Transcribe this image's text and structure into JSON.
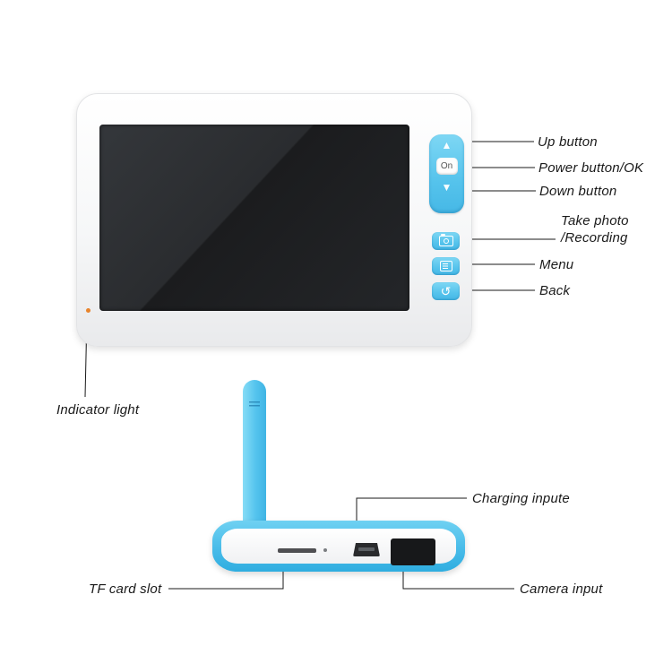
{
  "monitor": {
    "power_button_text": "On",
    "icons": {
      "up_arrow": "▲",
      "down_arrow": "▼",
      "back": "↺"
    }
  },
  "callouts": {
    "up_button": "Up button",
    "power_button": "Power button/OK",
    "down_button": "Down button",
    "take_photo_line1": "Take photo",
    "take_photo_line2": "/Recording",
    "menu": "Menu",
    "back": "Back",
    "indicator_light": "Indicator light",
    "charging_input": "Charging inpute",
    "tf_card_slot": "TF card slot",
    "camera_input": "Camera input"
  },
  "colors": {
    "button_blue": "#55c3ec",
    "base_blue": "#49bce9",
    "screen_dark": "#26282b",
    "indicator_orange": "#e8842c",
    "label_text": "#1a1a1a",
    "background": "#ffffff"
  }
}
